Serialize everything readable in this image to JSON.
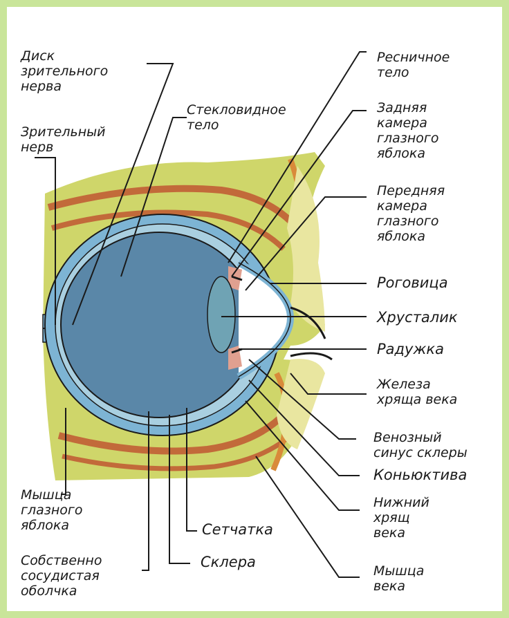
{
  "colors": {
    "border": "#c9e59a",
    "vitreous": "#5a87a8",
    "sclera": "#7db4d4",
    "fat": "#cfd66a",
    "muscle": "#c26a3a",
    "lens": "#6fa3b4",
    "leader": "#1a1a1a"
  },
  "labels": {
    "optic_disc": "Диск\nзрительного\nнерва",
    "optic_nerve": "Зрительный\nнерв",
    "vitreous_body": "Стекловидное\nтело",
    "ciliary_body": "Ресничное\nтело",
    "posterior_chamber": "Задняя\nкамера\nглазного\nяблока",
    "anterior_chamber": "Передняя\nкамера\nглазного\nяблока",
    "cornea": "Роговица",
    "lens": "Хрусталик",
    "iris": "Радужка",
    "tarsal_gland": "Железа\nхряща века",
    "venous_sinus": "Венозный\nсинус склеры",
    "conjunctiva": "Коньюктива",
    "lower_tarsus": "Нижний\nхрящ\nвека",
    "eyelid_muscle": "Мышца\nвека",
    "eyeball_muscle": "Мышца\nглазного\nяблока",
    "choroid": "Собственно\nсосудистая\nоболчка",
    "retina": "Сетчатка",
    "sclera": "Склера"
  }
}
